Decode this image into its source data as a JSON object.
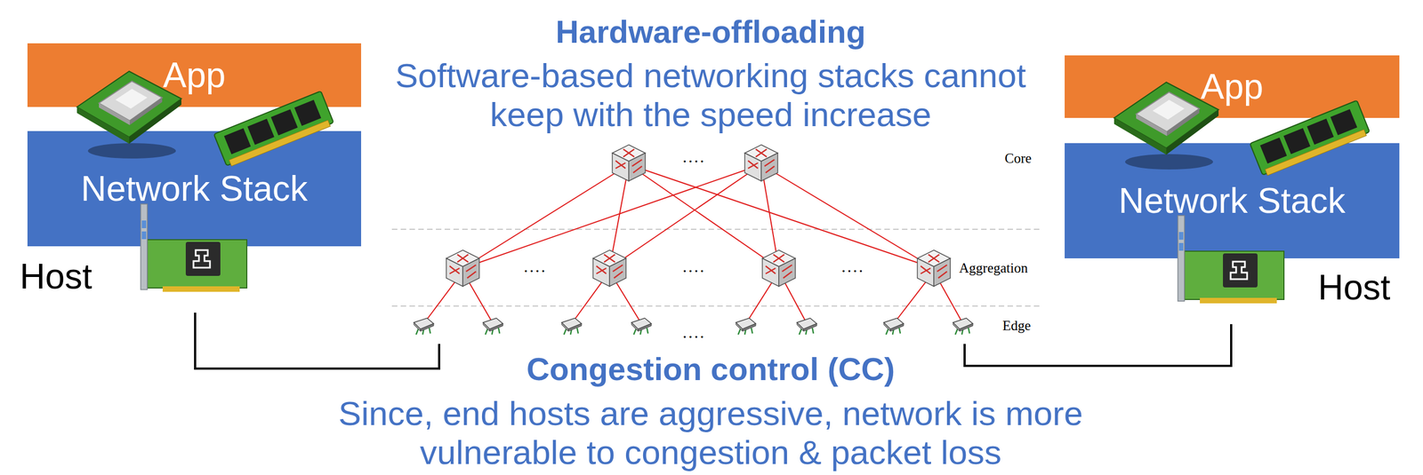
{
  "diagram": {
    "nodes": [
      {
        "text": [
          "App"
        ]
      },
      {
        "text": [
          "Network Stack"
        ]
      },
      {
        "text": [
          "App"
        ]
      },
      {
        "text": [
          "Network Stack"
        ]
      }
    ],
    "labels": [
      "Hardware-offloading",
      "Software-based networking stacks cannot keep with the speed increase",
      "Host",
      "....",
      "Core",
      "....",
      "....",
      "....",
      "Aggregation",
      "....",
      "Edge",
      "Host",
      "Congestion control (CC)",
      "Since, end hosts are aggressive, network is more vulnerable to congestion & packet loss"
    ]
  }
}
